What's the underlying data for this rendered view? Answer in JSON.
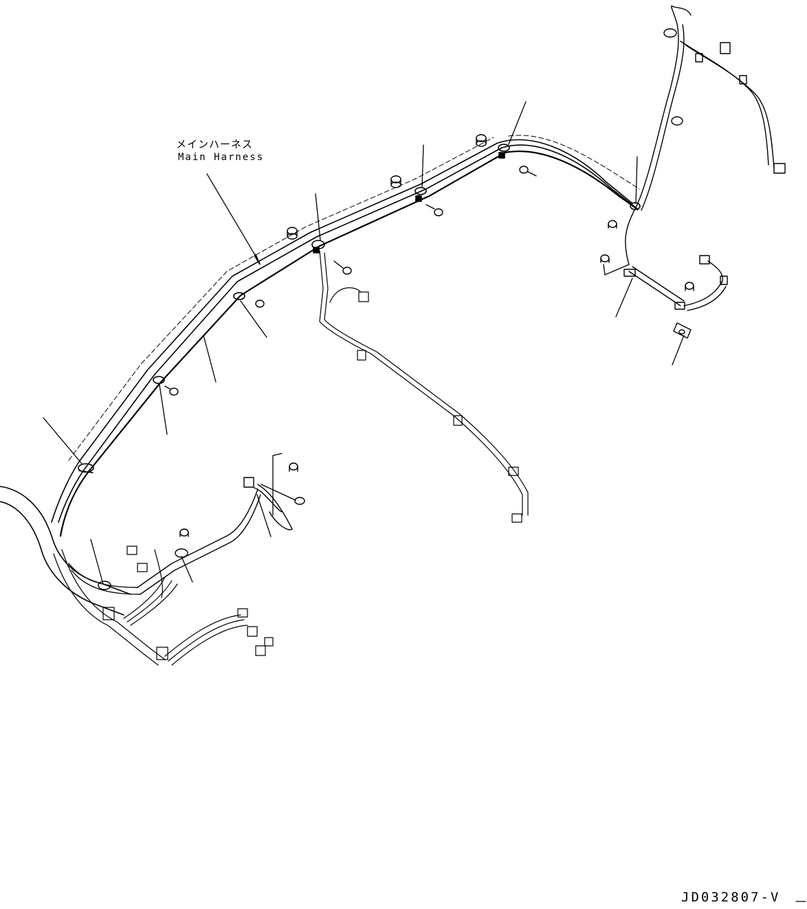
{
  "callout": {
    "japanese": "メインハーネス",
    "english": "Main Harness"
  },
  "drawing_code": "JD032807-V",
  "colors": {
    "line": "#000000",
    "background": "#ffffff"
  }
}
